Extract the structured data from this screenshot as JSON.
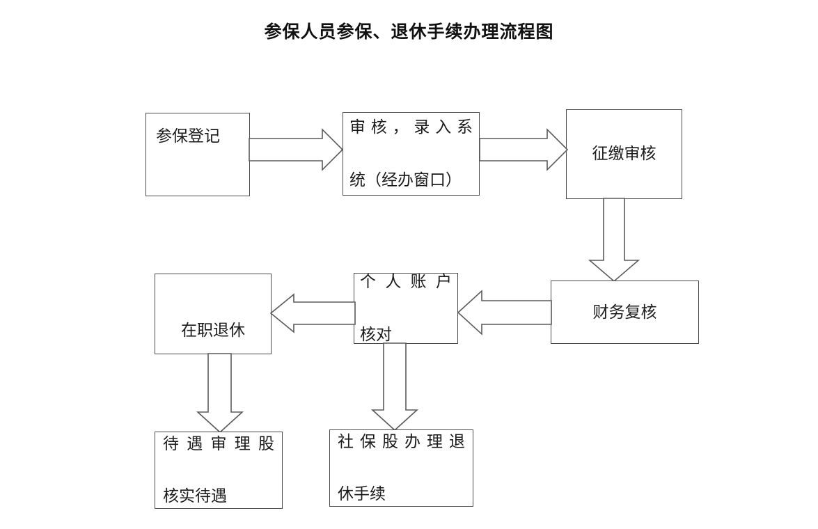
{
  "title": "参保人员参保、退休手续办理流程图",
  "diagram": {
    "type": "flowchart",
    "orientation": "left-to-right then right-to-left serpentine",
    "nodes": [
      {
        "id": "canbao-dengji",
        "label": "参保登记",
        "row": 1,
        "col": 1
      },
      {
        "id": "shenhe-luru",
        "label": "审核，录入系统（经办窗口）",
        "line1": "审核，录入系",
        "line2": "统（经办窗口）",
        "row": 1,
        "col": 2
      },
      {
        "id": "zhengjiao-shenhe",
        "label": "征缴审核",
        "row": 1,
        "col": 3
      },
      {
        "id": "caiwu-fuhe",
        "label": "财务复核",
        "row": 2,
        "col": 3
      },
      {
        "id": "geren-zhanghu",
        "label": "个人账户核对",
        "line1": "个人账户",
        "line2": "核对",
        "row": 2,
        "col": 2
      },
      {
        "id": "zaizhi-tuixiu",
        "label": "在职退休",
        "row": 2,
        "col": 1
      },
      {
        "id": "daiyu-shenli",
        "label": "待遇审理股核实待遇",
        "line1": "待遇审理股",
        "line2": "核实待遇",
        "row": 3,
        "col": 1
      },
      {
        "id": "shebao-tuixiu",
        "label": "社保股办理退休手续",
        "line1": "社保股办理退",
        "line2": "休手续",
        "row": 3,
        "col": 2
      }
    ],
    "edges": [
      {
        "id": "edge-1",
        "from": "canbao-dengji",
        "to": "shenhe-luru",
        "direction": "right"
      },
      {
        "id": "edge-2",
        "from": "shenhe-luru",
        "to": "zhengjiao-shenhe",
        "direction": "right"
      },
      {
        "id": "edge-3",
        "from": "zhengjiao-shenhe",
        "to": "caiwu-fuhe",
        "direction": "down"
      },
      {
        "id": "edge-4",
        "from": "caiwu-fuhe",
        "to": "geren-zhanghu",
        "direction": "left"
      },
      {
        "id": "edge-5",
        "from": "geren-zhanghu",
        "to": "zaizhi-tuixiu",
        "direction": "left"
      },
      {
        "id": "edge-6",
        "from": "zaizhi-tuixiu",
        "to": "daiyu-shenli",
        "direction": "down"
      },
      {
        "id": "edge-7",
        "from": "geren-zhanghu",
        "to": "shebao-tuixiu",
        "direction": "down"
      }
    ]
  },
  "colors": {
    "background": "#ffffff",
    "box_border": "#4a4a4a",
    "arrow_stroke": "#5a5a5a",
    "arrow_fill": "#ffffff",
    "text": "#1b1b1b"
  }
}
